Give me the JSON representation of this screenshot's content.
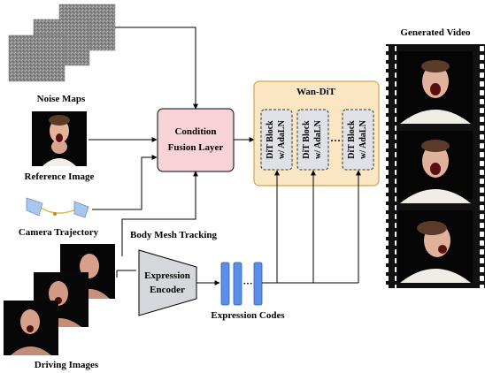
{
  "labels": {
    "noise_maps": "Noise Maps",
    "reference_image": "Reference Image",
    "camera_trajectory": "Camera Trajectory",
    "body_mesh_tracking": "Body Mesh Tracking",
    "driving_images": "Driving Images",
    "expression_codes": "Expression Codes",
    "generated_video": "Generated Video"
  },
  "condition_fusion": {
    "line1": "Condition",
    "line2": "Fusion Layer"
  },
  "wan_dit": {
    "title": "Wan-DiT",
    "blocks": [
      {
        "line1": "DiT Block",
        "line2": "w/ AdaLN"
      },
      {
        "line1": "DiT Block",
        "line2": "w/ AdaLN"
      },
      {
        "line1": "DiT Block",
        "line2": "w/ AdaLN"
      }
    ],
    "ellipsis": "···"
  },
  "expression_encoder": {
    "line1": "Expression",
    "line2": "Encoder"
  },
  "code_ellipsis": "···",
  "colors": {
    "fusion_fill": "#f7d3d8",
    "wan_fill": "#fae6c2",
    "wan_border": "#d4a24a",
    "block_fill": "#dfe1e6",
    "encoder_fill": "#d6d7dc",
    "code_fill": "#5b8ee6",
    "camera_fill": "#a9c6ec"
  }
}
